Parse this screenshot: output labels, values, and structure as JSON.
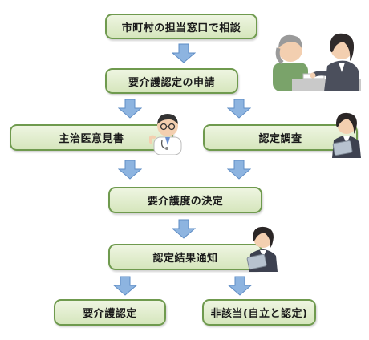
{
  "steps": {
    "consult": "市町村の担当窓口で相談",
    "apply": "要介護認定の申請",
    "doctor_opinion": "主治医意見書",
    "survey": "認定調査",
    "decision": "要介護度の決定",
    "notice": "認定結果通知",
    "certified": "要介護認定",
    "not_applicable": "非該当(自立と認定)"
  },
  "colors": {
    "box_border": "#6f9a4e",
    "box_fill": "#dbe9c4",
    "arrow_fill": "#8db4e0",
    "arrow_stroke": "#5e8cc4"
  },
  "illustrations": [
    "consultation-scene",
    "doctor-icon",
    "surveyor-with-tablet-icon",
    "notifier-with-tablet-icon"
  ]
}
